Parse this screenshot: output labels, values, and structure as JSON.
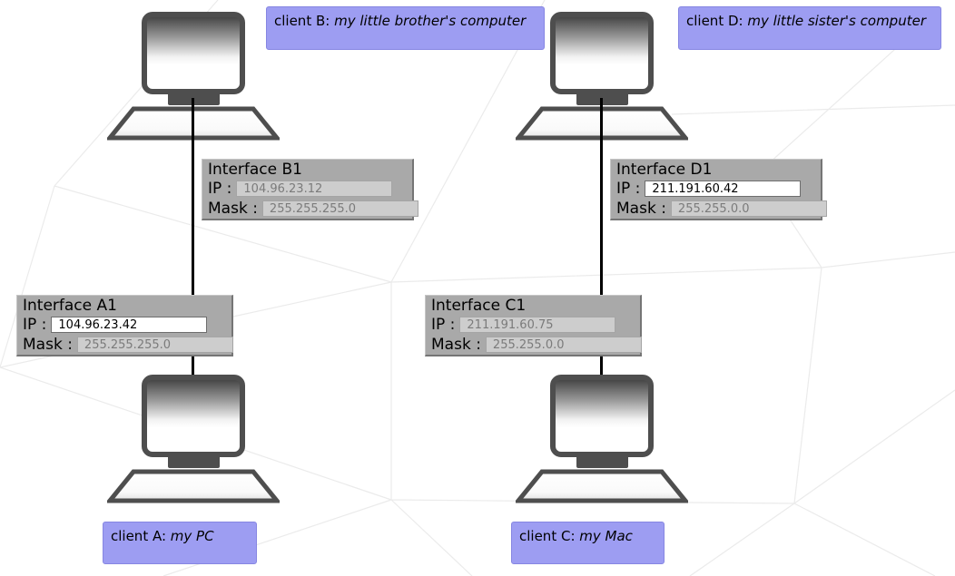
{
  "labels": [
    {
      "id": "client-b",
      "prefix": "client B: ",
      "name": "my little brother's computer"
    },
    {
      "id": "client-d",
      "prefix": "client D: ",
      "name": "my little sister's computer"
    },
    {
      "id": "client-a",
      "prefix": "client A: ",
      "name": "my PC"
    },
    {
      "id": "client-c",
      "prefix": "client C: ",
      "name": "my Mac"
    }
  ],
  "panels": [
    {
      "id": "b1",
      "title": "Interface B1",
      "ip_label": "IP :",
      "ip_value": "104.96.23.12",
      "ip_state": "readonly",
      "mask_label": "Mask :",
      "mask_value": "255.255.255.0",
      "mask_state": "readonly"
    },
    {
      "id": "d1",
      "title": "Interface D1",
      "ip_label": "IP :",
      "ip_value": "211.191.60.42",
      "ip_state": "editable",
      "mask_label": "Mask :",
      "mask_value": "255.255.0.0",
      "mask_state": "readonly"
    },
    {
      "id": "a1",
      "title": "Interface A1",
      "ip_label": "IP :",
      "ip_value": "104.96.23.42",
      "ip_state": "editable",
      "mask_label": "Mask :",
      "mask_value": "255.255.255.0",
      "mask_state": "readonly"
    },
    {
      "id": "c1",
      "title": "Interface C1",
      "ip_label": "IP :",
      "ip_value": "211.191.60.75",
      "ip_state": "readonly",
      "mask_label": "Mask :",
      "mask_value": "255.255.0.0",
      "mask_state": "readonly"
    }
  ],
  "icons": {
    "computer": "desktop-computer",
    "cable": "ethernet-cable",
    "background": "triangulated-mesh"
  },
  "colors": {
    "canvas_bg": "#ffffff",
    "mesh_line": "#ebebeb",
    "label_bg": "#9d9df2",
    "label_border": "#8686e2",
    "panel_bg": "#a9a9a9",
    "panel_shadow": "#757575",
    "field_readonly_bg": "#cdcdcd",
    "field_readonly_text": "#7b7b7b",
    "field_editable_bg": "#ffffff",
    "cable": "#000000"
  }
}
